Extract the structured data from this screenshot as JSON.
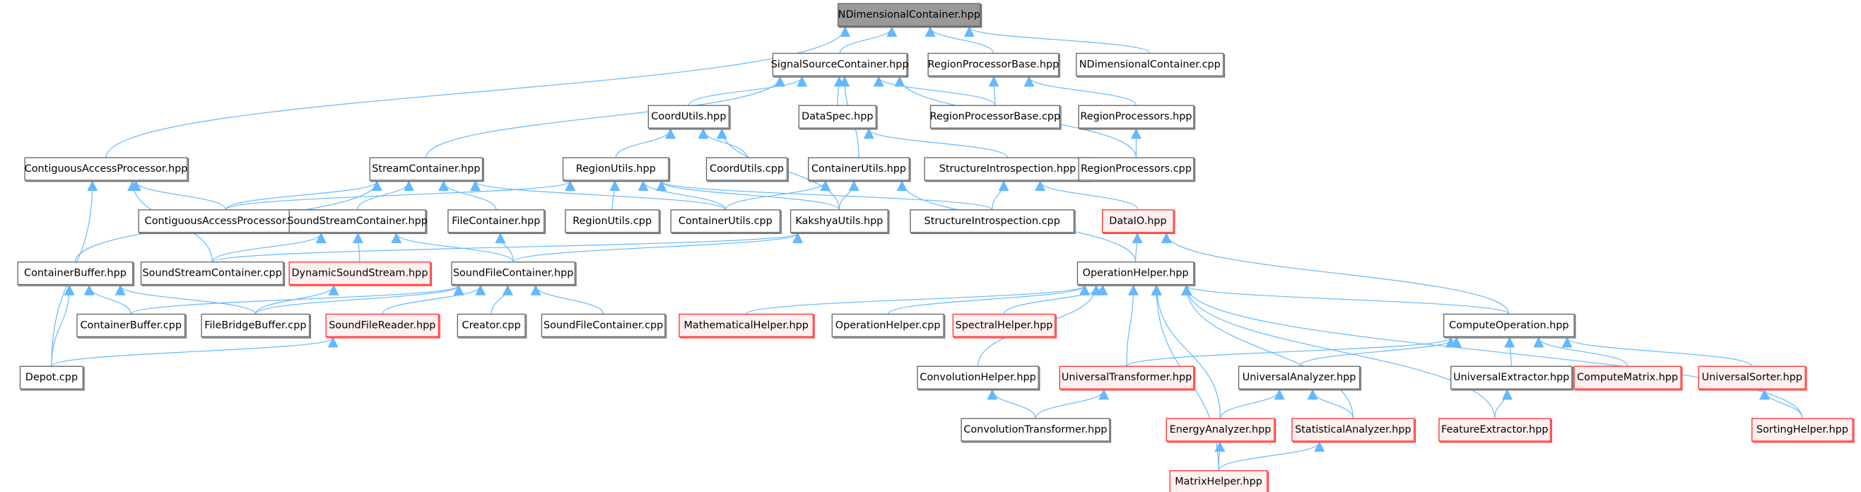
{
  "colors": {
    "edge": "#63b8ff",
    "root_fill": "#999999",
    "incomplete_border": "#ff3333",
    "incomplete_fill": "#fff0f0",
    "border": "#666666"
  },
  "nodes": [
    {
      "label": "NDimensionalContainer.hpp",
      "style": "gray"
    },
    {
      "label": "SignalSourceContainer.hpp",
      "style": "normal"
    },
    {
      "label": "RegionProcessorBase.hpp",
      "style": "normal"
    },
    {
      "label": "NDimensionalContainer.cpp",
      "style": "normal"
    },
    {
      "label": "CoordUtils.hpp",
      "style": "normal"
    },
    {
      "label": "DataSpec.hpp",
      "style": "normal"
    },
    {
      "label": "RegionProcessorBase.cpp",
      "style": "normal"
    },
    {
      "label": "RegionProcessors.hpp",
      "style": "normal"
    },
    {
      "label": "ContiguousAccessProcessor.hpp",
      "style": "normal"
    },
    {
      "label": "StreamContainer.hpp",
      "style": "normal"
    },
    {
      "label": "RegionUtils.hpp",
      "style": "normal"
    },
    {
      "label": "CoordUtils.cpp",
      "style": "normal"
    },
    {
      "label": "ContainerUtils.hpp",
      "style": "normal"
    },
    {
      "label": "StructureIntrospection.hpp",
      "style": "normal"
    },
    {
      "label": "RegionProcessors.cpp",
      "style": "normal"
    },
    {
      "label": "ContiguousAccessProcessor.cpp",
      "style": "normal"
    },
    {
      "label": "SoundStreamContainer.hpp",
      "style": "normal"
    },
    {
      "label": "FileContainer.hpp",
      "style": "normal"
    },
    {
      "label": "RegionUtils.cpp",
      "style": "normal"
    },
    {
      "label": "ContainerUtils.cpp",
      "style": "normal"
    },
    {
      "label": "KakshyaUtils.hpp",
      "style": "normal"
    },
    {
      "label": "StructureIntrospection.cpp",
      "style": "normal"
    },
    {
      "label": "DataIO.hpp",
      "style": "red"
    },
    {
      "label": "ContainerBuffer.hpp",
      "style": "normal"
    },
    {
      "label": "SoundStreamContainer.cpp",
      "style": "normal"
    },
    {
      "label": "DynamicSoundStream.hpp",
      "style": "red"
    },
    {
      "label": "SoundFileContainer.hpp",
      "style": "normal"
    },
    {
      "label": "OperationHelper.hpp",
      "style": "normal"
    },
    {
      "label": "ContainerBuffer.cpp",
      "style": "normal"
    },
    {
      "label": "FileBridgeBuffer.cpp",
      "style": "normal"
    },
    {
      "label": "SoundFileReader.hpp",
      "style": "red"
    },
    {
      "label": "Creator.cpp",
      "style": "normal"
    },
    {
      "label": "SoundFileContainer.cpp",
      "style": "normal"
    },
    {
      "label": "MathematicalHelper.hpp",
      "style": "red"
    },
    {
      "label": "OperationHelper.cpp",
      "style": "normal"
    },
    {
      "label": "SpectralHelper.hpp",
      "style": "red"
    },
    {
      "label": "ComputeOperation.hpp",
      "style": "normal"
    },
    {
      "label": "Depot.cpp",
      "style": "normal"
    },
    {
      "label": "ConvolutionHelper.hpp",
      "style": "normal"
    },
    {
      "label": "UniversalTransformer.hpp",
      "style": "red"
    },
    {
      "label": "UniversalAnalyzer.hpp",
      "style": "normal"
    },
    {
      "label": "UniversalExtractor.hpp",
      "style": "normal"
    },
    {
      "label": "ComputeMatrix.hpp",
      "style": "red"
    },
    {
      "label": "UniversalSorter.hpp",
      "style": "red"
    },
    {
      "label": "ConvolutionTransformer.hpp",
      "style": "normal"
    },
    {
      "label": "EnergyAnalyzer.hpp",
      "style": "red"
    },
    {
      "label": "StatisticalAnalyzer.hpp",
      "style": "red"
    },
    {
      "label": "FeatureExtractor.hpp",
      "style": "red"
    },
    {
      "label": "SortingHelper.hpp",
      "style": "red"
    },
    {
      "label": "MatrixHelper.hpp",
      "style": "red"
    }
  ],
  "edges": [
    [
      1,
      0
    ],
    [
      2,
      0
    ],
    [
      3,
      0
    ],
    [
      8,
      0
    ],
    [
      4,
      1
    ],
    [
      5,
      1
    ],
    [
      6,
      1
    ],
    [
      9,
      1
    ],
    [
      12,
      1
    ],
    [
      14,
      1
    ],
    [
      6,
      2
    ],
    [
      7,
      2
    ],
    [
      14,
      7
    ],
    [
      10,
      4
    ],
    [
      11,
      4
    ],
    [
      20,
      4
    ],
    [
      13,
      5
    ],
    [
      15,
      8
    ],
    [
      24,
      8
    ],
    [
      37,
      8
    ],
    [
      15,
      9
    ],
    [
      23,
      9
    ],
    [
      16,
      9
    ],
    [
      17,
      9
    ],
    [
      19,
      9
    ],
    [
      15,
      10
    ],
    [
      18,
      10
    ],
    [
      19,
      10
    ],
    [
      20,
      10
    ],
    [
      21,
      10
    ],
    [
      19,
      12
    ],
    [
      20,
      12
    ],
    [
      27,
      12
    ],
    [
      21,
      13
    ],
    [
      22,
      13
    ],
    [
      24,
      16
    ],
    [
      25,
      16
    ],
    [
      26,
      16
    ],
    [
      26,
      17
    ],
    [
      24,
      20
    ],
    [
      26,
      20
    ],
    [
      27,
      22
    ],
    [
      36,
      22
    ],
    [
      28,
      23
    ],
    [
      29,
      23
    ],
    [
      37,
      23
    ],
    [
      29,
      25
    ],
    [
      28,
      26
    ],
    [
      29,
      26
    ],
    [
      30,
      26
    ],
    [
      31,
      26
    ],
    [
      32,
      26
    ],
    [
      37,
      30
    ],
    [
      33,
      27
    ],
    [
      34,
      27
    ],
    [
      35,
      27
    ],
    [
      36,
      27
    ],
    [
      38,
      27
    ],
    [
      39,
      27
    ],
    [
      45,
      27
    ],
    [
      46,
      27
    ],
    [
      47,
      27
    ],
    [
      48,
      27
    ],
    [
      49,
      27
    ],
    [
      39,
      36
    ],
    [
      40,
      36
    ],
    [
      41,
      36
    ],
    [
      42,
      36
    ],
    [
      43,
      36
    ],
    [
      44,
      38
    ],
    [
      44,
      39
    ],
    [
      45,
      40
    ],
    [
      46,
      40
    ],
    [
      47,
      41
    ],
    [
      48,
      43
    ],
    [
      49,
      45
    ],
    [
      49,
      46
    ]
  ]
}
